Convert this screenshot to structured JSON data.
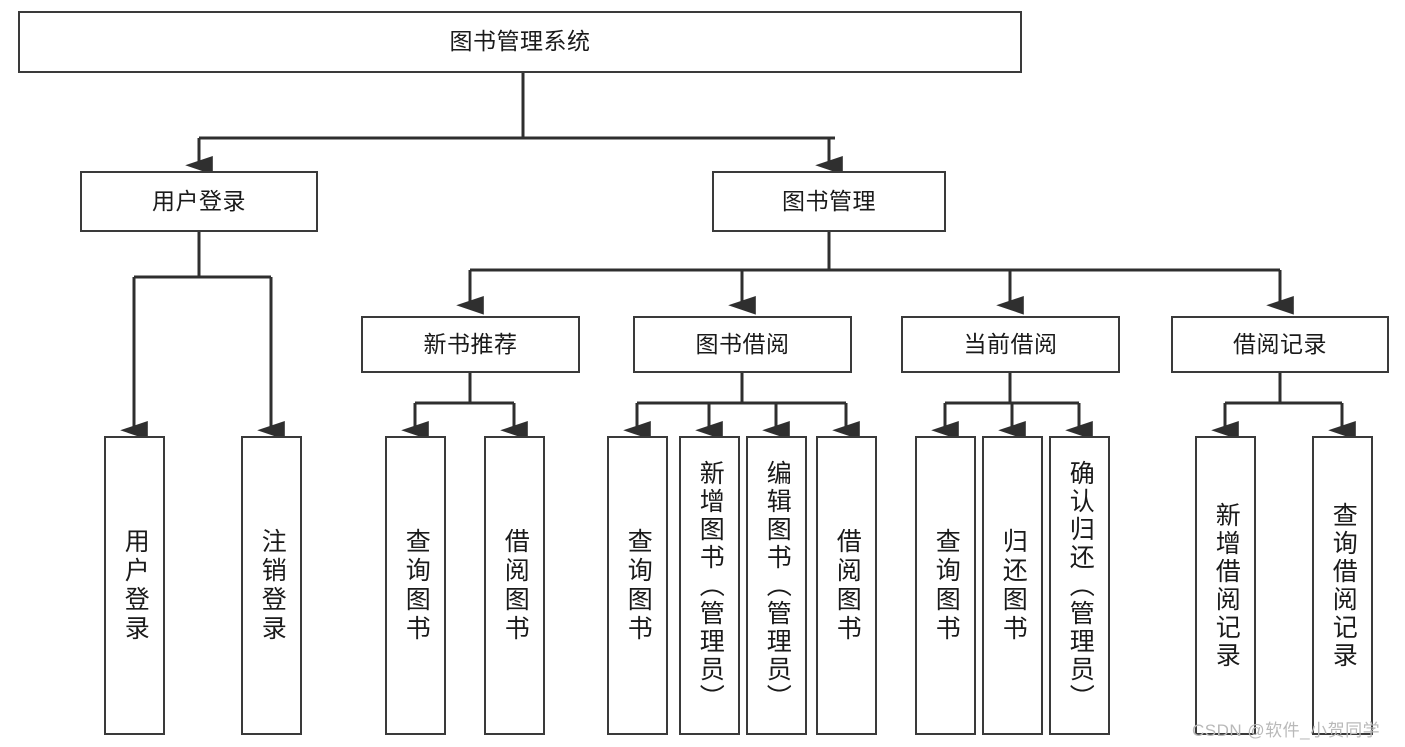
{
  "diagram": {
    "title": "图书管理系统",
    "type": "hierarchical-tree",
    "watermark": "CSDN @软件_小贺同学",
    "colors": {
      "background": "#ffffff",
      "box_border": "#3a3a3a",
      "box_fill": "#ffffff",
      "text": "#1a1a1a",
      "edge": "#2f2f2f",
      "watermark": "#b9b9b9"
    },
    "levels": {
      "level1": [
        "图书管理系统"
      ],
      "level2": [
        "用户登录",
        "图书管理"
      ],
      "level3": [
        "新书推荐",
        "图书借阅",
        "当前借阅",
        "借阅记录"
      ],
      "level4": [
        "用户登录",
        "注销登录",
        "查询图书",
        "借阅图书",
        "查询图书",
        "新增图书（管理员）",
        "编辑图书（管理员）",
        "借阅图书",
        "查询图书",
        "归还图书",
        "确认归还（管理员）",
        "新增借阅记录",
        "查询借阅记录"
      ]
    },
    "nodes": {
      "root": {
        "label": "图书管理系统"
      },
      "user_login": {
        "label": "用户登录"
      },
      "book_manage": {
        "label": "图书管理"
      },
      "new_book_rec": {
        "label": "新书推荐"
      },
      "book_borrow": {
        "label": "图书借阅"
      },
      "current_borrow": {
        "label": "当前借阅"
      },
      "borrow_record": {
        "label": "借阅记录"
      },
      "leaf_user_login": {
        "label": "用户登录"
      },
      "leaf_user_logout": {
        "label": "注销登录"
      },
      "leaf_query_book_1": {
        "label": "查询图书"
      },
      "leaf_borrow_book_1": {
        "label": "借阅图书"
      },
      "leaf_query_book_2": {
        "label": "查询图书"
      },
      "leaf_add_book": {
        "label": "新增图书（管理员）"
      },
      "leaf_edit_book": {
        "label": "编辑图书（管理员）"
      },
      "leaf_borrow_book_2": {
        "label": "借阅图书"
      },
      "leaf_query_book_3": {
        "label": "查询图书"
      },
      "leaf_return_book": {
        "label": "归还图书"
      },
      "leaf_confirm_return": {
        "label": "确认归还（管理员）"
      },
      "leaf_add_record": {
        "label": "新增借阅记录"
      },
      "leaf_query_record": {
        "label": "查询借阅记录"
      }
    },
    "edges": [
      {
        "from": "root",
        "to": "user_login"
      },
      {
        "from": "root",
        "to": "book_manage"
      },
      {
        "from": "user_login",
        "to": "leaf_user_login"
      },
      {
        "from": "user_login",
        "to": "leaf_user_logout"
      },
      {
        "from": "book_manage",
        "to": "new_book_rec"
      },
      {
        "from": "book_manage",
        "to": "book_borrow"
      },
      {
        "from": "book_manage",
        "to": "current_borrow"
      },
      {
        "from": "book_manage",
        "to": "borrow_record"
      },
      {
        "from": "new_book_rec",
        "to": "leaf_query_book_1"
      },
      {
        "from": "new_book_rec",
        "to": "leaf_borrow_book_1"
      },
      {
        "from": "book_borrow",
        "to": "leaf_query_book_2"
      },
      {
        "from": "book_borrow",
        "to": "leaf_add_book"
      },
      {
        "from": "book_borrow",
        "to": "leaf_edit_book"
      },
      {
        "from": "book_borrow",
        "to": "leaf_borrow_book_2"
      },
      {
        "from": "current_borrow",
        "to": "leaf_query_book_3"
      },
      {
        "from": "current_borrow",
        "to": "leaf_return_book"
      },
      {
        "from": "current_borrow",
        "to": "leaf_confirm_return"
      },
      {
        "from": "borrow_record",
        "to": "leaf_add_record"
      },
      {
        "from": "borrow_record",
        "to": "leaf_query_record"
      }
    ]
  }
}
